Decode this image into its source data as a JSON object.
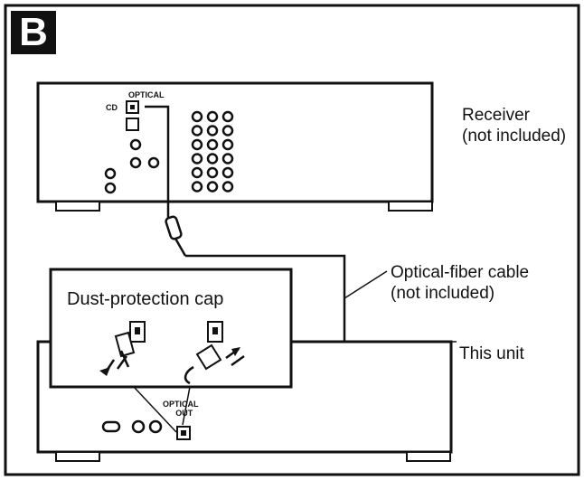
{
  "badge": "B",
  "labels": {
    "receiver_line1": "Receiver",
    "receiver_line2": "(not included)",
    "cable_line1": "Optical-fiber cable",
    "cable_line2": "(not included)",
    "this_unit": "This unit",
    "dust_cap": "Dust-protection cap",
    "optical_in": "OPTICAL",
    "cd": "CD",
    "optical_out_line1": "OPTICAL",
    "optical_out_line2": "OUT"
  }
}
